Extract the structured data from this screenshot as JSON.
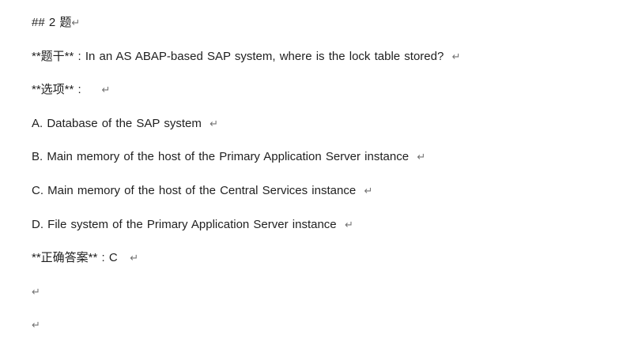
{
  "document": {
    "colors": {
      "background": "#ffffff",
      "text": "#1f1f1f",
      "paragraph_mark": "#737373"
    },
    "paragraph_mark": "↵",
    "lines": [
      {
        "text": "## 2 题"
      },
      {
        "text": "**题干** : In an AS ABAP-based SAP system, where is the lock table stored?  "
      },
      {
        "text": "**选项** :     "
      },
      {
        "text": "A. Database of the SAP system  "
      },
      {
        "text": "B. Main memory of the host of the Primary Application Server instance  "
      },
      {
        "text": "C. Main memory of the host of the Central Services instance  "
      },
      {
        "text": "D. File system of the Primary Application Server instance  "
      },
      {
        "text": "**正确答案** : C   "
      },
      {
        "text": ""
      },
      {
        "text": ""
      }
    ]
  }
}
